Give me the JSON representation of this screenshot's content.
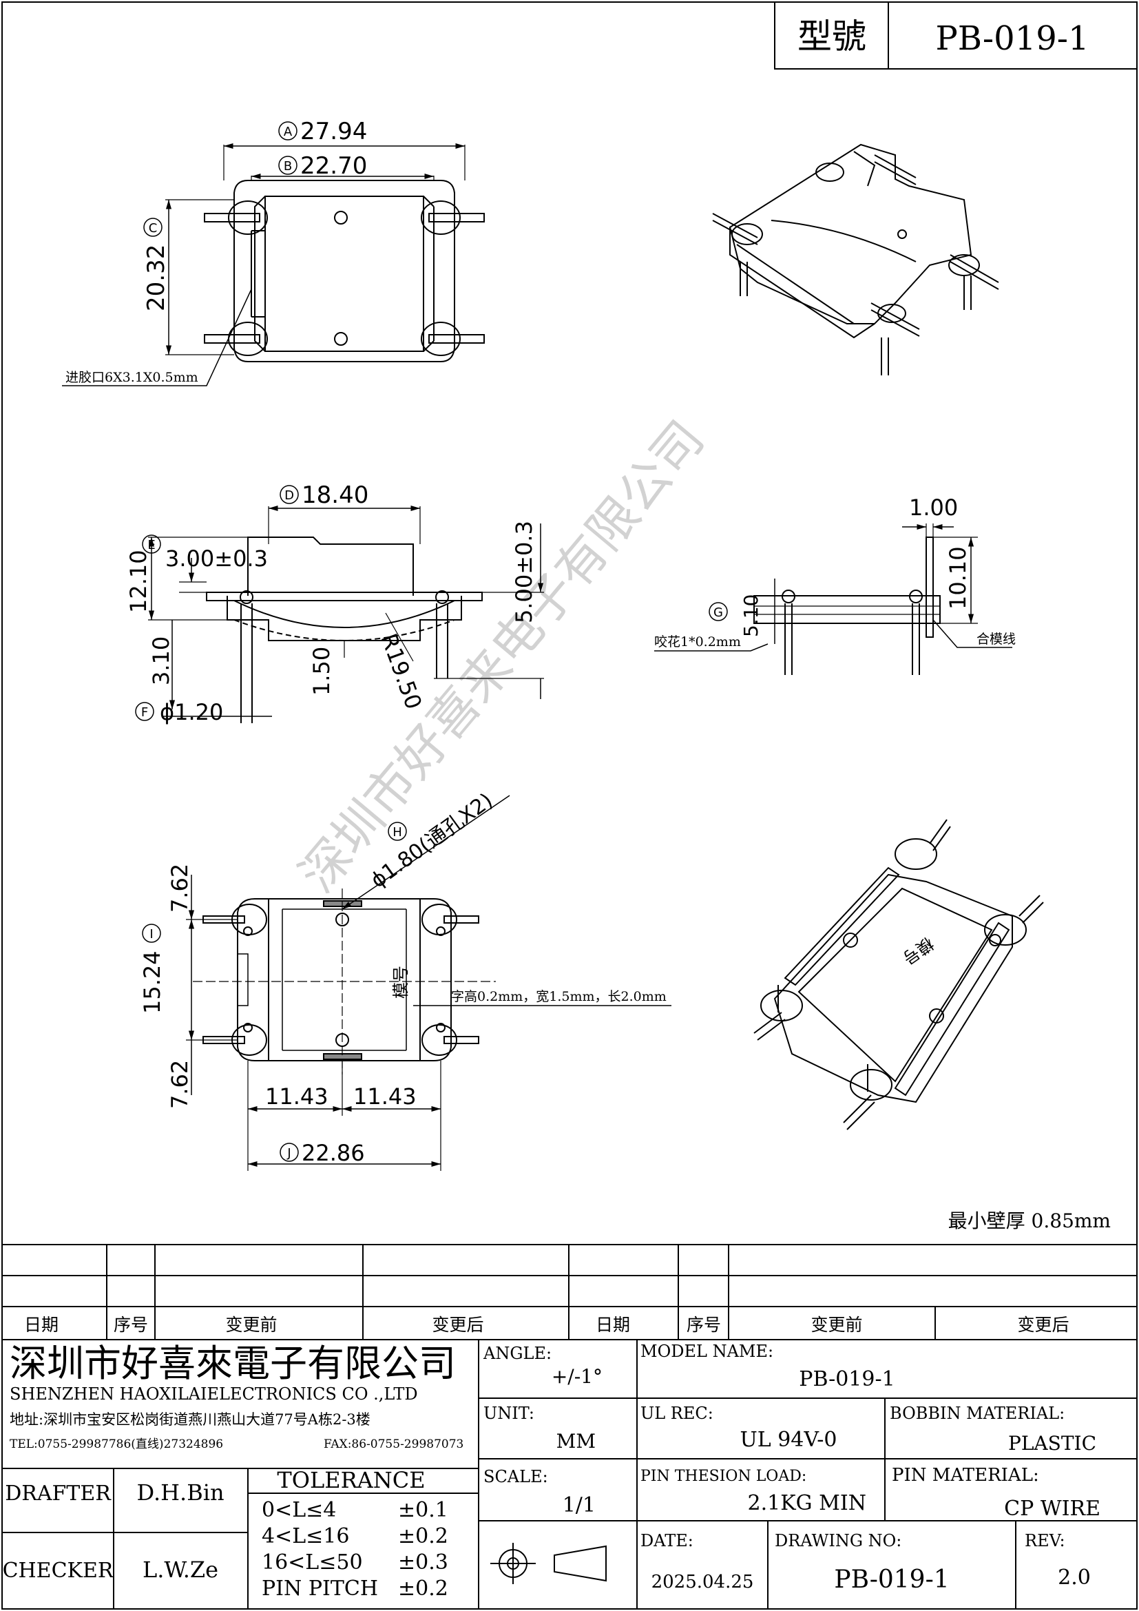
{
  "header": {
    "model_label": "型號",
    "model_value": "PB-019-1"
  },
  "dims": {
    "A": "A",
    "A_val": "27.94",
    "B": "B",
    "B_val": "22.70",
    "C": "C",
    "C_val": "20.32",
    "gate_note": "进胶口6X3.1X0.5mm",
    "D": "D",
    "D_val": "18.40",
    "E": "E",
    "E_val": "12.10",
    "tol_300": "3.00±0.3",
    "tol_500": "5.00±0.3",
    "v310": "3.10",
    "v150": "1.50",
    "r1950": "R19.50",
    "F": "F",
    "F_val": "ϕ1.20",
    "v100": "1.00",
    "v1010": "10.10",
    "G": "G",
    "G_val": "5.10",
    "knurl_note": "咬花1*0.2mm",
    "parting_note": "合模线",
    "H": "H",
    "H_val": "ϕ1.80(通孔X2)",
    "I": "I",
    "I_val": "15.24",
    "v762a": "7.62",
    "v762b": "7.62",
    "mold_no": "模号",
    "char_note": "字高0.2mm，宽1.5mm，长2.0mm",
    "v1143a": "11.43",
    "v1143b": "11.43",
    "J": "J",
    "J_val": "22.86",
    "mold_no_iso": "模号"
  },
  "watermark": "深圳市好喜来电子有限公司",
  "min_wall": "最小壁厚 0.85mm",
  "revision_table": {
    "headers": [
      "日期",
      "序号",
      "变更前",
      "变更后",
      "日期",
      "序号",
      "变更前",
      "变更后"
    ]
  },
  "company": {
    "name_cn": "深圳市好喜來電子有限公司",
    "name_en": "SHENZHEN HAOXILAIELECTRONICS CO .,LTD",
    "address": "地址:深圳市宝安区松岗街道燕川燕山大道77号A栋2-3楼",
    "tel": "TEL:0755-29987786(直线)27324896",
    "fax": "FAX:86-0755-29987073"
  },
  "people": {
    "drafter_label": "DRAFTER",
    "drafter": "D.H.Bin",
    "checker_label": "CHECKER",
    "checker": "L.W.Ze"
  },
  "tolerance": {
    "title": "TOLERANCE",
    "rows": [
      {
        "range": "0<L≤4",
        "value": "±0.1"
      },
      {
        "range": "4<L≤16",
        "value": "±0.2"
      },
      {
        "range": "16<L≤50",
        "value": "±0.3"
      },
      {
        "range": "PIN PITCH",
        "value": "±0.2"
      }
    ]
  },
  "title_block": {
    "angle_label": "ANGLE:",
    "angle": "+/-1°",
    "unit_label": "UNIT:",
    "unit": "MM",
    "scale_label": "SCALE:",
    "scale": "1/1",
    "model_name_label": "MODEL NAME:",
    "model_name": "PB-019-1",
    "ul_label": "UL REC:",
    "ul": "UL 94V-0",
    "bobbin_label": "BOBBIN MATERIAL:",
    "bobbin": "PLASTIC",
    "pin_load_label": "PIN THESION LOAD:",
    "pin_load": "2.1KG MIN",
    "pin_mat_label": "PIN MATERIAL:",
    "pin_mat": "CP  WIRE",
    "date_label": "DATE:",
    "date": "2025.04.25",
    "drawing_no_label": "DRAWING NO:",
    "drawing_no": "PB-019-1",
    "rev_label": "REV:",
    "rev": "2.0"
  }
}
